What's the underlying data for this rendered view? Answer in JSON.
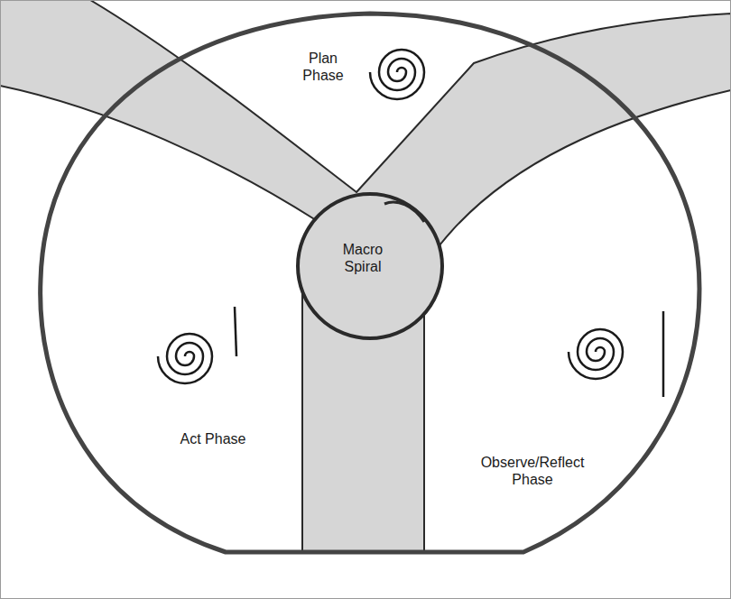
{
  "diagram": {
    "nodes": [
      {
        "text": [
          "Plan Phase"
        ]
      },
      {
        "text": [
          "Macro Spiral"
        ]
      },
      {
        "text": [
          "Act Phase"
        ]
      },
      {
        "text": [
          "Observe/Reflect Phase"
        ]
      }
    ]
  }
}
